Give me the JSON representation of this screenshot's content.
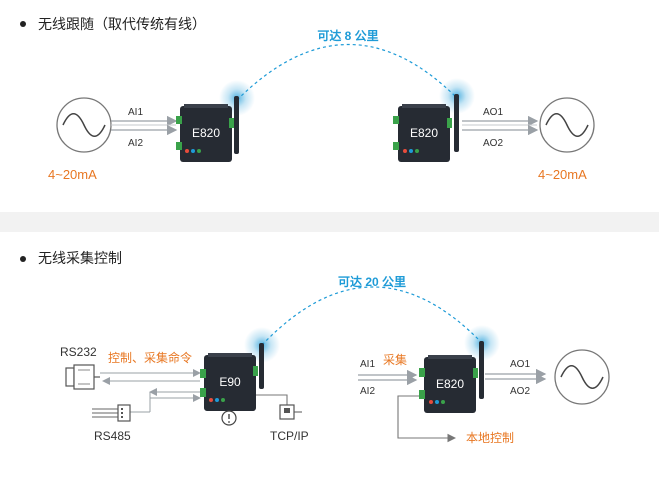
{
  "colors": {
    "accent_blue": "#1e9bd7",
    "orange": "#e87722",
    "device_dark": "#262b33",
    "terminal_green": "#3aa24a"
  },
  "sections": [
    {
      "title": "无线跟随（取代传统有线）",
      "range_label": "可达 8 公里",
      "left_device": {
        "label": "E820",
        "inputs": [
          "AI1",
          "AI2"
        ]
      },
      "right_device": {
        "label": "E820",
        "outputs": [
          "AO1",
          "AO2"
        ]
      },
      "left_signal_label": "4~20mA",
      "right_signal_label": "4~20mA"
    },
    {
      "title": "无线采集控制",
      "range_label": "可达 20 公里",
      "rs232_label": "RS232",
      "rs485_label": "RS485",
      "command_label": "控制、采集命令",
      "left_device": {
        "label": "E90"
      },
      "tcpip_label": "TCP/IP",
      "right_device": {
        "label": "E820",
        "inputs": [
          "AI1",
          "AI2"
        ],
        "outputs": [
          "AO1",
          "AO2"
        ]
      },
      "collect_label": "采集",
      "local_control_label": "本地控制"
    }
  ]
}
